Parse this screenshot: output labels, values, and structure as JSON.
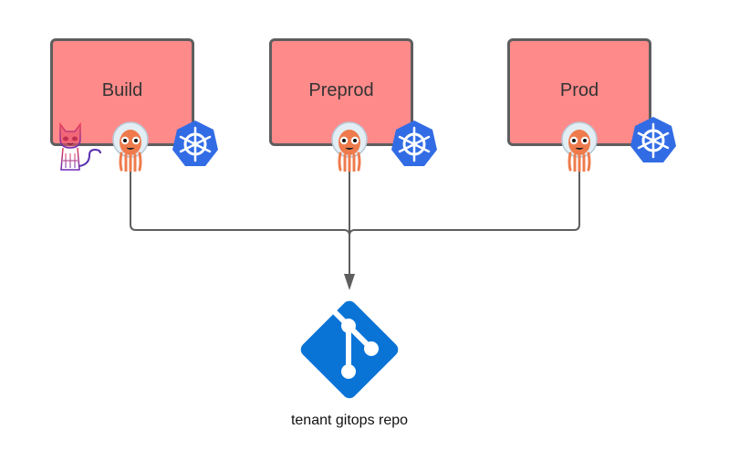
{
  "environments": [
    {
      "name": "build",
      "label": "Build",
      "icons": [
        "tekton-cat-icon",
        "argo-cd-icon",
        "kubernetes-icon"
      ]
    },
    {
      "name": "preprod",
      "label": "Preprod",
      "icons": [
        "argo-cd-icon",
        "kubernetes-icon"
      ]
    },
    {
      "name": "prod",
      "label": "Prod",
      "icons": [
        "argo-cd-icon",
        "kubernetes-icon"
      ]
    }
  ],
  "repo": {
    "label": "tenant gitops repo",
    "icon": "git-icon"
  },
  "colors": {
    "box_fill": "#ff8a8a",
    "box_border": "#5e5e5e",
    "connector": "#5e5e5e",
    "kubernetes_blue": "#326ce5",
    "git_blue": "#0a74d6",
    "argo_orange": "#ef7b4d"
  }
}
